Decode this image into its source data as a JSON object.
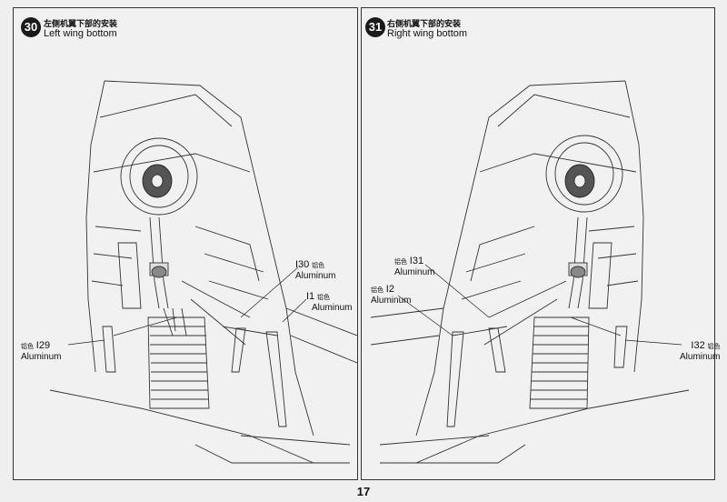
{
  "steps": [
    {
      "number": "30",
      "title_cn": "左侧机翼下部的安装",
      "title_en": "Left wing bottom"
    },
    {
      "number": "31",
      "title_cn": "右侧机翼下部的安装",
      "title_en": "Right wing bottom"
    }
  ],
  "left_parts": [
    {
      "code": "I30",
      "material_cn": "铝色",
      "material_en": "Aluminum"
    },
    {
      "code": "I1",
      "material_cn": "铝色",
      "material_en": "Aluminum"
    },
    {
      "code": "I29",
      "material_cn": "铝色",
      "material_en": "Aluminum"
    }
  ],
  "right_parts": [
    {
      "code": "I31",
      "material_cn": "铝色",
      "material_en": "Aluminum"
    },
    {
      "code": "I2",
      "material_cn": "铝色",
      "material_en": "Aluminum"
    },
    {
      "code": "I32",
      "material_cn": "铝色",
      "material_en": "Aluminum"
    }
  ],
  "page_number": "17"
}
